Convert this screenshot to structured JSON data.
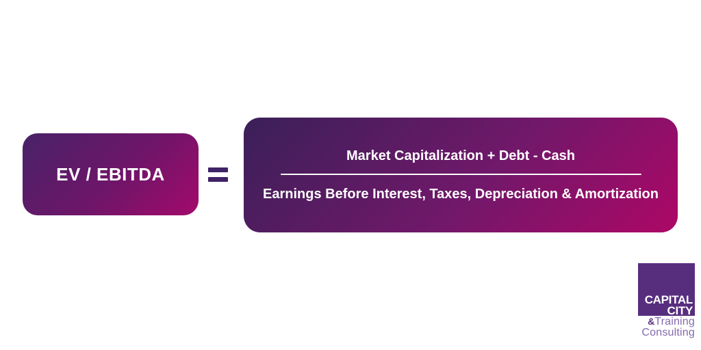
{
  "slide": {
    "label_box": {
      "text": "EV / EBITDA"
    },
    "equals": "=",
    "formula_box": {
      "numerator": "Market Capitalization + Debt - Cash",
      "denominator": "Earnings Before Interest, Taxes, Depreciation & Amortization"
    },
    "logo": {
      "top_line": "CAPITAL",
      "bottom_line": "CITY",
      "ampersand": "&",
      "training": "Training",
      "consulting": "Consulting"
    },
    "colors": {
      "label_gradient_start": "#482268",
      "label_gradient_end": "#A30A6B",
      "formula_gradient_start": "#3A2058",
      "formula_gradient_end": "#AD0766",
      "equals_sign": "#3F2366",
      "logo_square_purple": "#572E7E",
      "logo_sub_text_purple": "#8468AE",
      "text_white": "#FFFFFF"
    }
  }
}
